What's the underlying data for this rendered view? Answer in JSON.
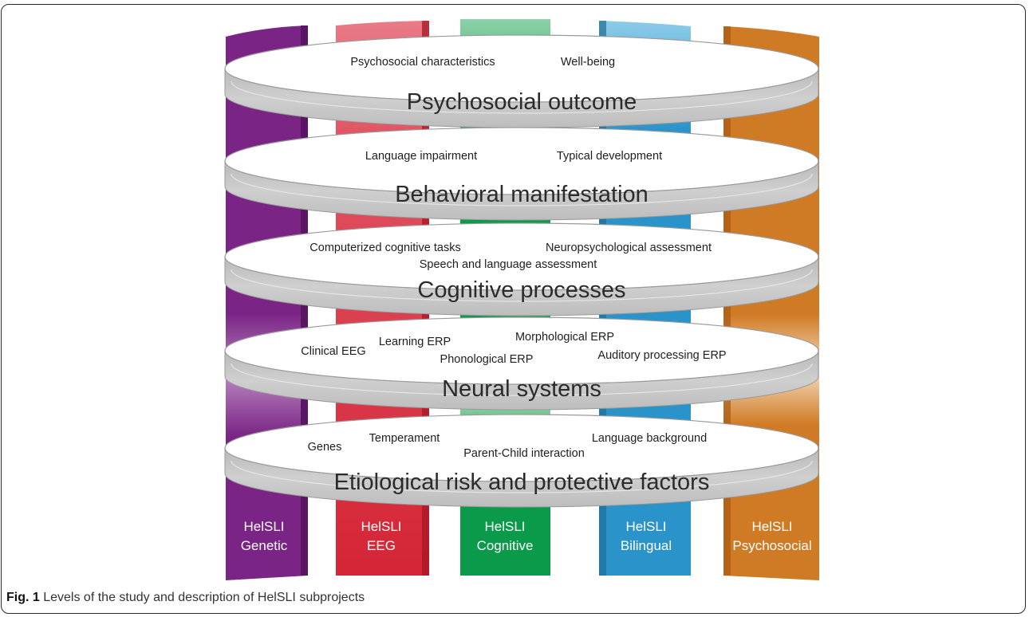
{
  "columns": [
    {
      "line1": "HelSLI",
      "line2": "Genetic",
      "color": "#7a2585"
    },
    {
      "line1": "HelSLI",
      "line2": "EEG",
      "color": "#d42535"
    },
    {
      "line1": "HelSLI",
      "line2": "Cognitive",
      "color": "#0b9a4a"
    },
    {
      "line1": "HelSLI",
      "line2": "Bilingual",
      "color": "#2a93c9"
    },
    {
      "line1": "HelSLI",
      "line2": "Psychosocial",
      "color": "#cf7a24"
    }
  ],
  "levels": [
    {
      "title": "Psychosocial outcome",
      "items": [
        "Psychosocial characteristics",
        "Well-being"
      ]
    },
    {
      "title": "Behavioral manifestation",
      "items": [
        "Language impairment",
        "Typical development"
      ]
    },
    {
      "title": "Cognitive processes",
      "items": [
        "Computerized cognitive tasks",
        "Neuropsychological assessment",
        "Speech and language assessment"
      ]
    },
    {
      "title": "Neural systems",
      "items": [
        "Clinical EEG",
        "Learning ERP",
        "Morphological ERP",
        "Phonological ERP",
        "Auditory processing ERP"
      ]
    },
    {
      "title": "Etiological risk and protective factors",
      "items": [
        "Genes",
        "Temperament",
        "Parent-Child interaction",
        "Language background"
      ]
    }
  ],
  "caption": {
    "label": "Fig. 1",
    "text": "Levels of the study and description of HelSLI subprojects"
  }
}
